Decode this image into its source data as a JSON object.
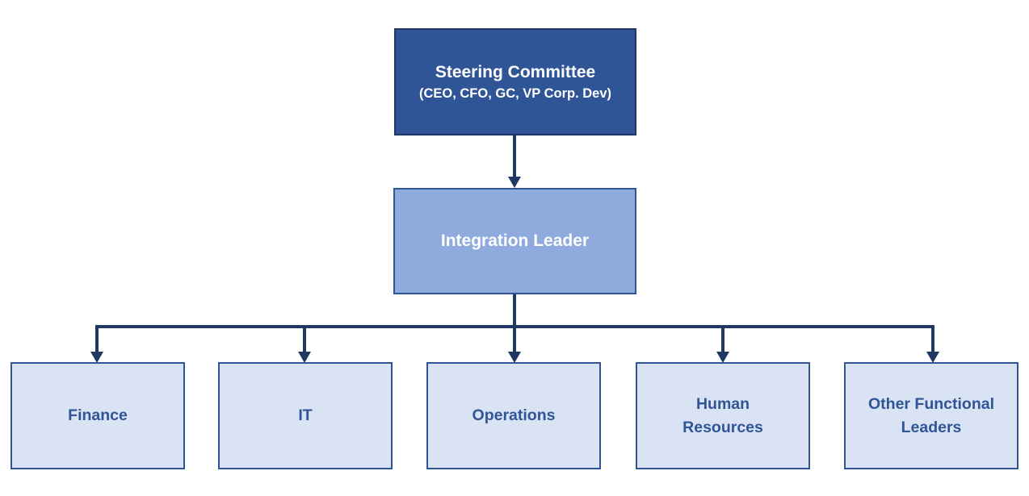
{
  "diagram": {
    "type": "org-chart",
    "nodes": {
      "steering_committee": {
        "title": "Steering Committee",
        "subtitle": "(CEO, CFO, GC, VP Corp. Dev)",
        "level": 1
      },
      "integration_leader": {
        "title": "Integration Leader",
        "level": 2
      },
      "finance": {
        "title": "Finance",
        "level": 3
      },
      "it": {
        "title": "IT",
        "level": 3
      },
      "operations": {
        "title": "Operations",
        "level": 3
      },
      "human_resources": {
        "title": "Human\nResources",
        "level": 3
      },
      "other_functional_leaders": {
        "title": "Other Functional\nLeaders",
        "level": 3
      }
    },
    "edges": [
      {
        "from": "steering_committee",
        "to": "integration_leader"
      },
      {
        "from": "integration_leader",
        "to": "finance"
      },
      {
        "from": "integration_leader",
        "to": "it"
      },
      {
        "from": "integration_leader",
        "to": "operations"
      },
      {
        "from": "integration_leader",
        "to": "human_resources"
      },
      {
        "from": "integration_leader",
        "to": "other_functional_leaders"
      }
    ],
    "colors": {
      "level1_fill": "#2F5597",
      "level1_border": "#1F3864",
      "level1_text": "#FFFFFF",
      "level2_fill": "#8FAADC",
      "level2_border": "#2F5597",
      "level2_text": "#FFFFFF",
      "level3_fill": "#DAE3F3",
      "level3_border": "#2F5597",
      "level3_text": "#2F5597",
      "connector": "#1F3864",
      "background": "#FFFFFF"
    }
  }
}
